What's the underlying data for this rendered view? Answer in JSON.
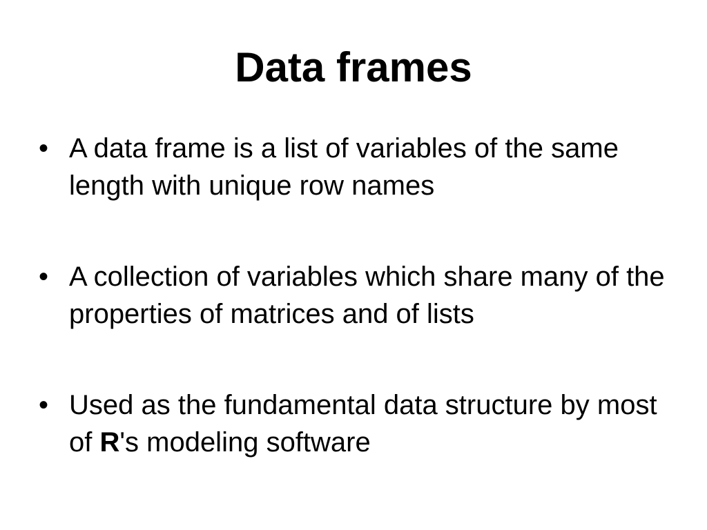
{
  "slide": {
    "title": "Data frames",
    "bullet_glyph": "•",
    "bullets": [
      {
        "text": "A data frame is a list of variables of the same length with unique row names"
      },
      {
        "text": "A collection of variables which share many of the properties of matrices and of lists"
      },
      {
        "text_before": "Used as the fundamental data structure by most of ",
        "bold_text": "R",
        "text_after": "'s modeling software"
      }
    ]
  }
}
